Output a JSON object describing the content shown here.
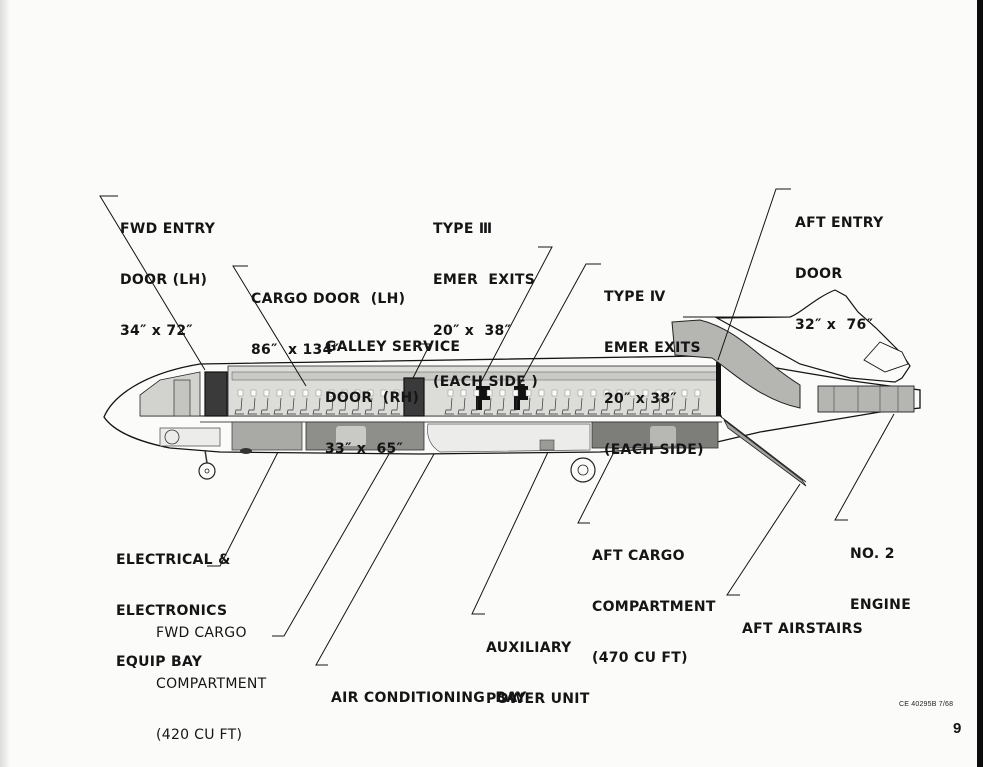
{
  "diagram": {
    "subject": "Aircraft inboard profile (tri-jet airliner) showing doors, exits and compartments",
    "colors": {
      "ink": "#141414",
      "paper": "#fbfbf9",
      "fill_light": "#d9d9d6",
      "fill_mid": "#a9a9a6",
      "fill_dark": "#3a3a3a"
    },
    "callouts": {
      "fwd_entry_door": {
        "lines": [
          "FWD ENTRY",
          "DOOR (LH)",
          "34″ x 72″"
        ]
      },
      "cargo_door": {
        "lines": [
          "CARGO DOOR  (LH)",
          "86″  x 134″"
        ]
      },
      "type3_exits": {
        "lines": [
          "TYPE Ⅲ",
          "EMER  EXITS",
          "20″ x  38″",
          "(EACH SIDE )"
        ]
      },
      "galley_service_door": {
        "lines": [
          "GALLEY SERVICE",
          "DOOR  (RH)",
          "33″ x  65″"
        ]
      },
      "type4_exits": {
        "lines": [
          "TYPE Ⅳ",
          "EMER EXITS",
          "20″ x 38″",
          "(EACH SIDE)"
        ]
      },
      "aft_entry_door": {
        "lines": [
          "AFT ENTRY",
          "DOOR",
          "32″ x  76″"
        ]
      },
      "electrical_bay": {
        "lines": [
          "ELECTRICAL &",
          "ELECTRONICS",
          "EQUIP BAY"
        ]
      },
      "fwd_cargo": {
        "lines": [
          "FWD CARGO",
          "COMPARTMENT",
          "(420 CU FT)"
        ]
      },
      "air_conditioning_bay": {
        "lines": [
          "AIR CONDITIONING  BAY"
        ]
      },
      "apu": {
        "lines": [
          "AUXILIARY",
          "POWER UNIT"
        ]
      },
      "aft_cargo": {
        "lines": [
          "AFT CARGO",
          "COMPARTMENT",
          "(470 CU FT)"
        ]
      },
      "aft_airstairs": {
        "lines": [
          "AFT AIRSTAIRS"
        ]
      },
      "no2_engine": {
        "lines": [
          "NO. 2",
          "ENGINE"
        ]
      }
    }
  },
  "footer": {
    "document_code": "CE 40295B  7/68",
    "page_number": "9"
  }
}
